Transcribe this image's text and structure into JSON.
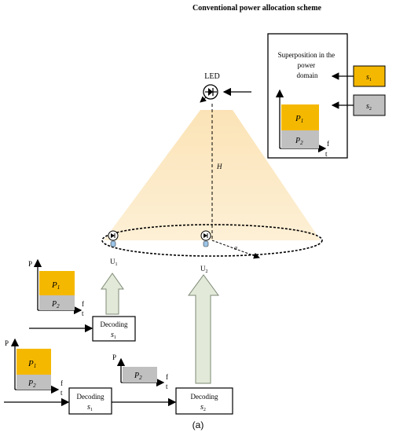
{
  "title": "Conventional power allocation scheme",
  "led_label": "LED",
  "height_label": "H",
  "radius_label": "a",
  "superposition_label": [
    "Superposition in the",
    "power",
    "domain"
  ],
  "symbol_s1": "s",
  "symbol_s2": "s",
  "sub1": "1",
  "sub2": "2",
  "power_p1": "P",
  "power_p2": "P",
  "axis_p": "P",
  "axis_f": "f",
  "axis_t": "t",
  "user1": "U",
  "user2": "U",
  "decoding": "Decoding",
  "caption": "(a)",
  "colors": {
    "p1_fill": "#f5b800",
    "p2_fill": "#c0c0c0",
    "s1_box": "#f5b800",
    "s2_box": "#c0c0c0",
    "cone": "#fbe6c0",
    "arrow_fill": "#e2e9d8"
  }
}
